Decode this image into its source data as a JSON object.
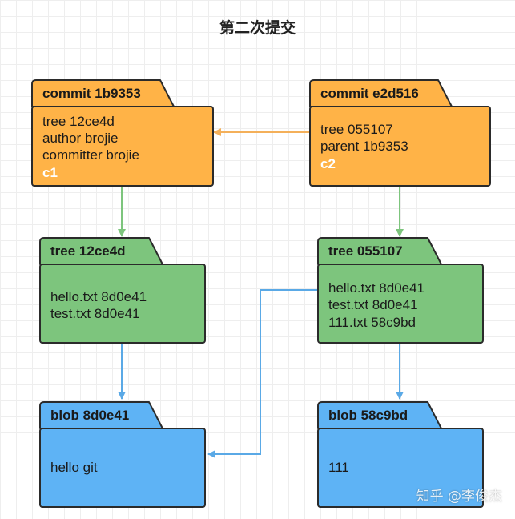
{
  "title": "第二次提交",
  "colors": {
    "commit": "#ffb347",
    "tree": "#7dc57d",
    "blob": "#5eb3f5",
    "stroke": "#2b2b2b",
    "arrow_orange": "#f4b05a",
    "arrow_green": "#7dc57d",
    "arrow_blue": "#5aa9e6"
  },
  "nodes": {
    "commit_1": {
      "label": "commit 1b9353",
      "lines": [
        "tree 12ce4d",
        "author brojie",
        "committer brojie"
      ],
      "tag": "c1"
    },
    "commit_2": {
      "label": "commit e2d516",
      "lines": [
        "tree  055107",
        "parent 1b9353"
      ],
      "tag": "c2"
    },
    "tree_1": {
      "label": "tree 12ce4d",
      "lines": [
        "hello.txt 8d0e41",
        "test.txt 8d0e41"
      ]
    },
    "tree_2": {
      "label": "tree 055107",
      "lines": [
        "hello.txt 8d0e41",
        "test.txt 8d0e41",
        "111.txt 58c9bd"
      ]
    },
    "blob_1": {
      "label": "blob 8d0e41",
      "lines": [
        "hello git"
      ]
    },
    "blob_2": {
      "label": "blob 58c9bd",
      "lines": [
        "111"
      ]
    }
  },
  "watermark": "知乎 @李俊杰"
}
